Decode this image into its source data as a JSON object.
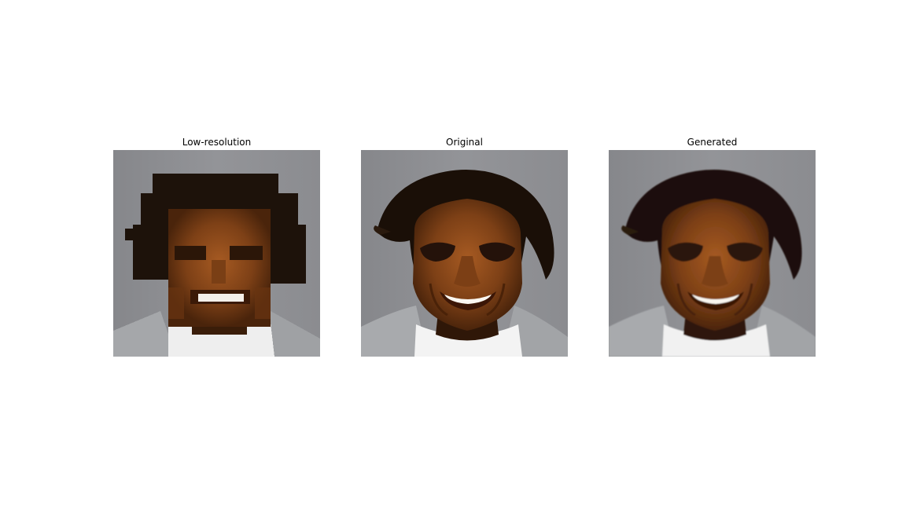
{
  "figure": {
    "panels": [
      {
        "title": "Low-resolution"
      },
      {
        "title": "Original"
      },
      {
        "title": "Generated"
      }
    ]
  },
  "colors": {
    "background_gray": "#8f8f93",
    "hair": "#1a1008",
    "skin": "#8a4a1c",
    "shirt": "#f2f2f2",
    "jacket": "#a7a9ac"
  }
}
